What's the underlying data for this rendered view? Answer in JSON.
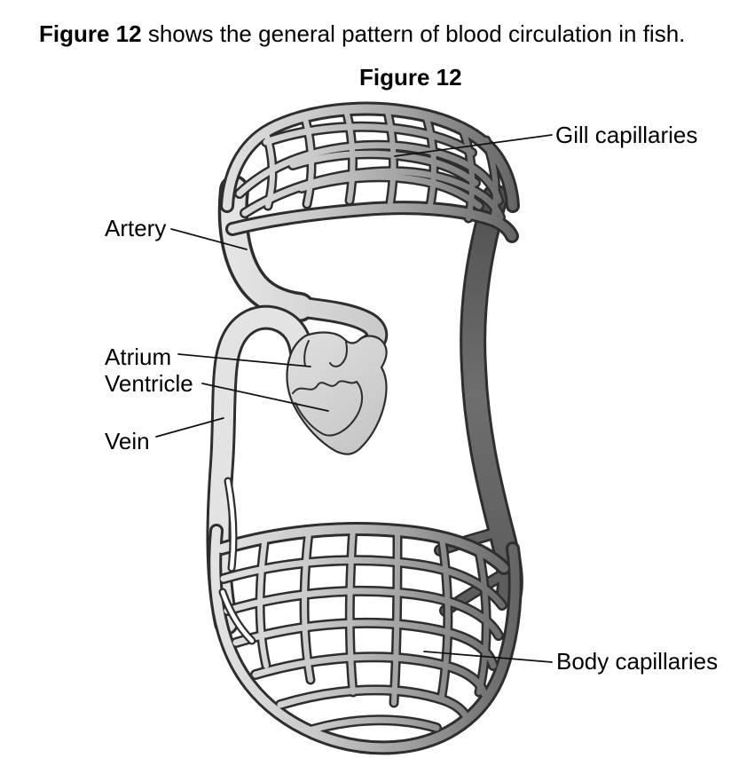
{
  "caption": {
    "figure_ref": "Figure 12",
    "text": " shows the general pattern of blood circulation in fish."
  },
  "figure": {
    "title": "Figure 12"
  },
  "diagram": {
    "labels": {
      "gill_capillaries": "Gill capillaries",
      "artery": "Artery",
      "atrium": "Atrium",
      "ventricle": "Ventricle",
      "vein": "Vein",
      "body_capillaries": "Body capillaries"
    },
    "colors": {
      "background": "#ffffff",
      "text": "#000000",
      "outline": "#2e2e2e",
      "leader_line": "#111111",
      "vessel_light": "#e3e3e3",
      "vessel_mid": "#9e9e9e",
      "vessel_dark": "#636363"
    }
  }
}
